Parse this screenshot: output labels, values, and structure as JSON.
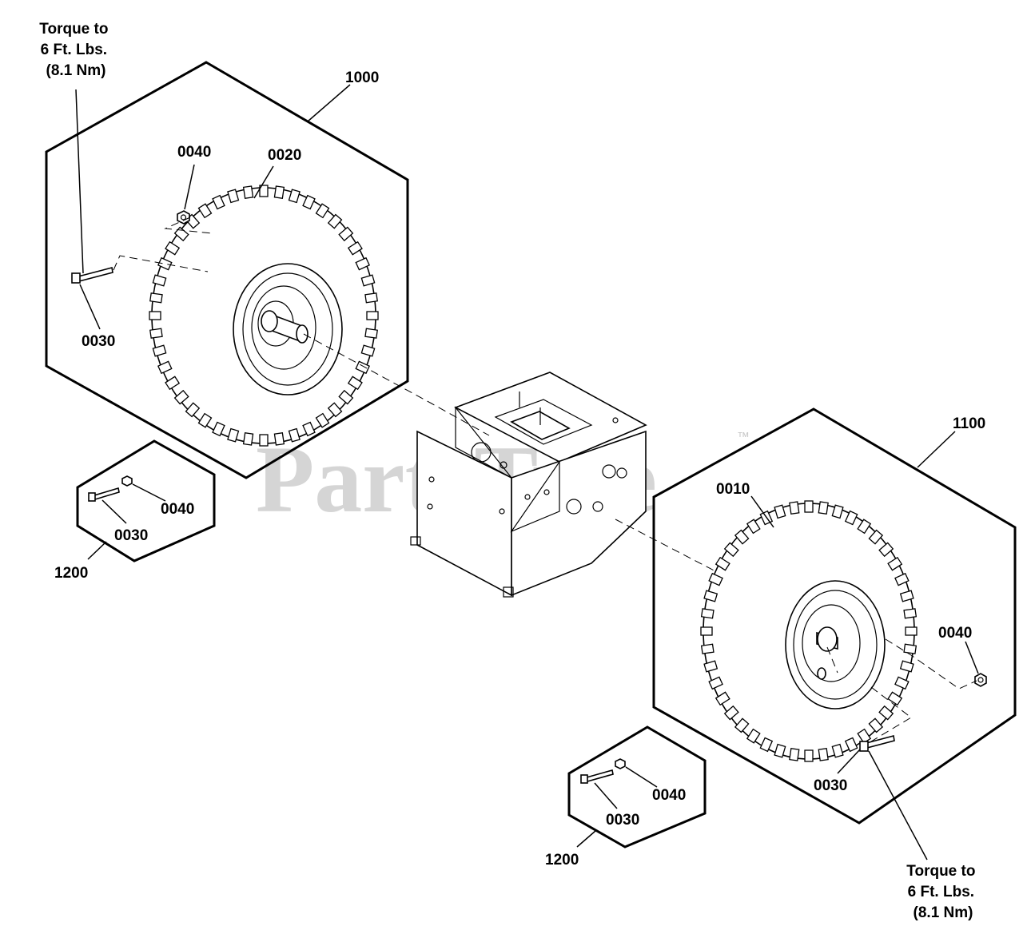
{
  "watermark": {
    "text": "PartsTree",
    "trademark": "™"
  },
  "torque_note": {
    "line1": "Torque to",
    "line2": "6 Ft. Lbs.",
    "line3": "(8.1 Nm)"
  },
  "labels": {
    "assembly_left": "1000",
    "assembly_right": "1100",
    "kit": "1200",
    "tire_left": "0020",
    "tire_right": "0010",
    "bolt": "0030",
    "nut": "0040"
  }
}
